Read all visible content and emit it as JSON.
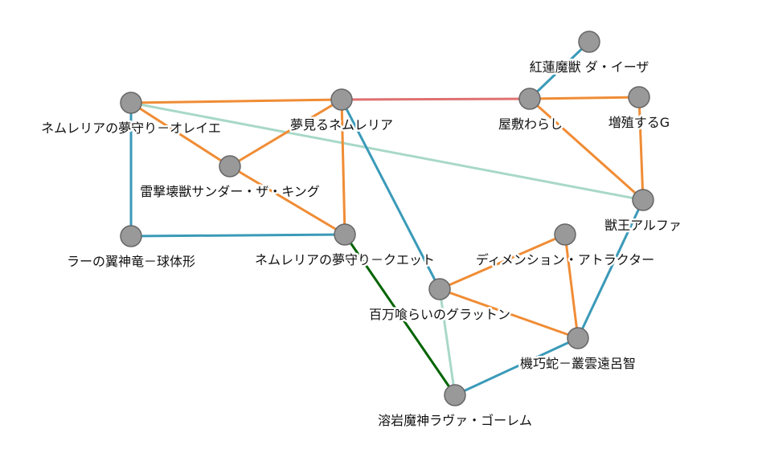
{
  "diagram": {
    "type": "network-graph",
    "node_color": "#999999",
    "nodes": [
      {
        "id": "n1",
        "label": "紅蓮魔獣 ダ・イーザ"
      },
      {
        "id": "n2",
        "label": "屋敷わらし"
      },
      {
        "id": "n3",
        "label": "増殖するG"
      },
      {
        "id": "n4",
        "label": "ネムレリアの夢守り－オレイエ"
      },
      {
        "id": "n5",
        "label": "夢見るネムレリア"
      },
      {
        "id": "n6",
        "label": "雷撃壊獣サンダー・ザ・キング"
      },
      {
        "id": "n7",
        "label": "獣王アルファ"
      },
      {
        "id": "n8",
        "label": "ラーの翼神竜－球体形"
      },
      {
        "id": "n9",
        "label": "ネムレリアの夢守り－クエット"
      },
      {
        "id": "n10",
        "label": "ディメンション・アトラクター"
      },
      {
        "id": "n11",
        "label": "百万喰らいのグラットン"
      },
      {
        "id": "n12",
        "label": "機巧蛇－叢雲遠呂智"
      },
      {
        "id": "n13",
        "label": "溶岩魔神ラヴァ・ゴーレム"
      }
    ],
    "edges": [
      {
        "source": "n1",
        "target": "n2",
        "color": "#3a9ab8"
      },
      {
        "source": "n2",
        "target": "n3",
        "color": "#f08c35"
      },
      {
        "source": "n5",
        "target": "n2",
        "color": "#e07070"
      },
      {
        "source": "n4",
        "target": "n5",
        "color": "#f08c35"
      },
      {
        "source": "n2",
        "target": "n7",
        "color": "#f08c35"
      },
      {
        "source": "n3",
        "target": "n7",
        "color": "#f08c35"
      },
      {
        "source": "n4",
        "target": "n7",
        "color": "#a8d8c8"
      },
      {
        "source": "n4",
        "target": "n6",
        "color": "#f08c35"
      },
      {
        "source": "n5",
        "target": "n6",
        "color": "#f08c35"
      },
      {
        "source": "n4",
        "target": "n8",
        "color": "#3a9ab8"
      },
      {
        "source": "n8",
        "target": "n9",
        "color": "#3a9ab8"
      },
      {
        "source": "n6",
        "target": "n9",
        "color": "#f08c35"
      },
      {
        "source": "n5",
        "target": "n9",
        "color": "#f08c35"
      },
      {
        "source": "n5",
        "target": "n11",
        "color": "#3a9ab8"
      },
      {
        "source": "n9",
        "target": "n13",
        "color": "#006400"
      },
      {
        "source": "n11",
        "target": "n10",
        "color": "#f08c35"
      },
      {
        "source": "n11",
        "target": "n12",
        "color": "#f08c35"
      },
      {
        "source": "n10",
        "target": "n12",
        "color": "#f08c35"
      },
      {
        "source": "n7",
        "target": "n12",
        "color": "#3a9ab8"
      },
      {
        "source": "n11",
        "target": "n13",
        "color": "#a8d8c8"
      },
      {
        "source": "n12",
        "target": "n13",
        "color": "#3a9ab8"
      }
    ]
  }
}
